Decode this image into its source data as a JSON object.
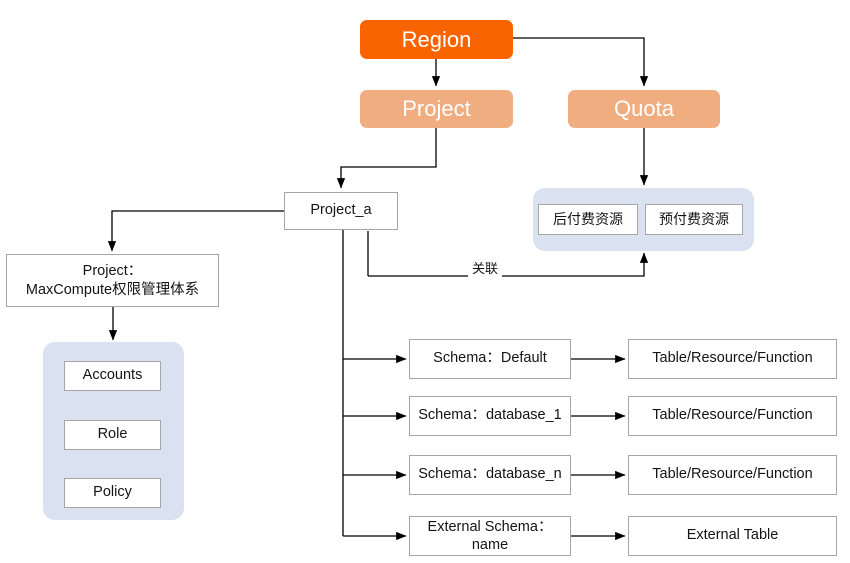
{
  "diagram": {
    "title": "MaxCompute Region / Project / Quota architecture",
    "colors": {
      "region_fill": "#f96400",
      "sub_fill": "#f0ad80",
      "group_fill": "#dae1f0",
      "box_border": "#a6a6a6",
      "line": "#000000",
      "text": "#141414",
      "pill_text": "#ffffff"
    },
    "nodes": {
      "region": "Region",
      "project": "Project",
      "quota": "Quota",
      "project_a": "Project_a",
      "project_perm_line1": "Project：",
      "project_perm_line2": "MaxCompute权限管理体系",
      "accounts": "Accounts",
      "role": "Role",
      "policy": "Policy",
      "pay_as_you_go": "后付费资源",
      "subscription": "预付费资源",
      "schema_default": "Schema：Default",
      "schema_database_1": "Schema：database_1",
      "schema_database_n": "Schema：database_n",
      "external_schema_line1": "External Schema：",
      "external_schema_line2": "name",
      "trf_1": "Table/Resource/Function",
      "trf_2": "Table/Resource/Function",
      "trf_3": "Table/Resource/Function",
      "external_table": "External Table"
    },
    "edges": {
      "association_label": "关联"
    }
  }
}
